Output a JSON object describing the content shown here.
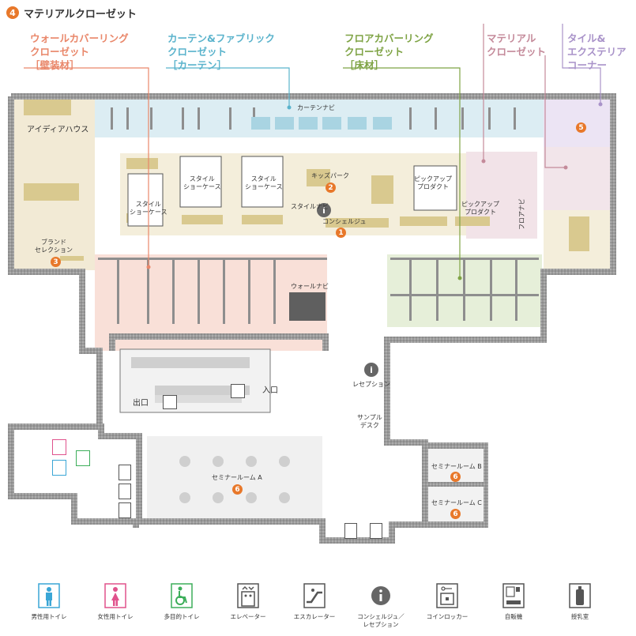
{
  "header": {
    "number": "4",
    "title": "マテリアルクローゼット"
  },
  "zones": {
    "wall": {
      "lines": [
        "ウォールカバーリング",
        "クローゼット",
        "［壁装材］"
      ],
      "color": "#e9876a"
    },
    "curtain": {
      "lines": [
        "カーテン&ファブリック",
        "クローゼット",
        "［カーテン］"
      ],
      "color": "#5ab3cc"
    },
    "floor": {
      "lines": [
        "フロアカバーリング",
        "クローゼット",
        "［床材］"
      ],
      "color": "#7ea344"
    },
    "material": {
      "lines": [
        "マテリアル",
        "クローゼット"
      ],
      "color": "#c48a9a"
    },
    "tile": {
      "lines": [
        "タイル&",
        "エクステリア",
        "コーナー"
      ],
      "color": "#a993c9"
    }
  },
  "areas": {
    "curtain_navi": "カーテンナビ",
    "idea_house": "アイディアハウス",
    "style_showcase_1": [
      "スタイル",
      "ショーケース"
    ],
    "style_showcase_2": [
      "スタイル",
      "ショーケース"
    ],
    "style_showcase_3": [
      "スタイル",
      "ショーケース"
    ],
    "kids_park": "キッズパーク",
    "pickup_1": [
      "ピックアップ",
      "プロダクト"
    ],
    "pickup_2": [
      "ピックアップ",
      "プロダクト"
    ],
    "style_navi": "スタイルナビ",
    "concierge": "コンシェルジュ",
    "brand_selection": [
      "ブランド",
      "セレクション"
    ],
    "floor_navi": "フロアナビ",
    "wall_navi": "ウォールナビ",
    "reception": "レセプション",
    "exit": "出口",
    "entrance": "入口",
    "sample_desk": [
      "サンプル",
      "デスク"
    ],
    "seminar_a": "セミナールーム A",
    "seminar_b": "セミナールーム B",
    "seminar_c": "セミナールーム C"
  },
  "markers": {
    "concierge": "1",
    "kids": "2",
    "brand": "3",
    "tile": "5",
    "seminar": "6",
    "info": "i"
  },
  "colors": {
    "marker": "#e8782a",
    "wall": "#8f8f8f",
    "info": "#666666"
  },
  "legend": [
    {
      "icon": "male-toilet-icon",
      "label": "男性用トイレ",
      "color": "#3aa6d6"
    },
    {
      "icon": "female-toilet-icon",
      "label": "女性用トイレ",
      "color": "#e0528c"
    },
    {
      "icon": "accessible-toilet-icon",
      "label": "多目的トイレ",
      "color": "#3dae5a"
    },
    {
      "icon": "elevator-icon",
      "label": "エレベーター",
      "color": "#555555"
    },
    {
      "icon": "escalator-icon",
      "label": "エスカレーター",
      "color": "#555555"
    },
    {
      "icon": "info-icon",
      "label": "コンシェルジュ／",
      "label2": "レセプション",
      "color": "#555555"
    },
    {
      "icon": "coin-locker-icon",
      "label": "コインロッカー",
      "color": "#555555"
    },
    {
      "icon": "vending-machine-icon",
      "label": "自販機",
      "color": "#555555"
    },
    {
      "icon": "nursing-room-icon",
      "label": "授乳室",
      "color": "#555555"
    }
  ]
}
